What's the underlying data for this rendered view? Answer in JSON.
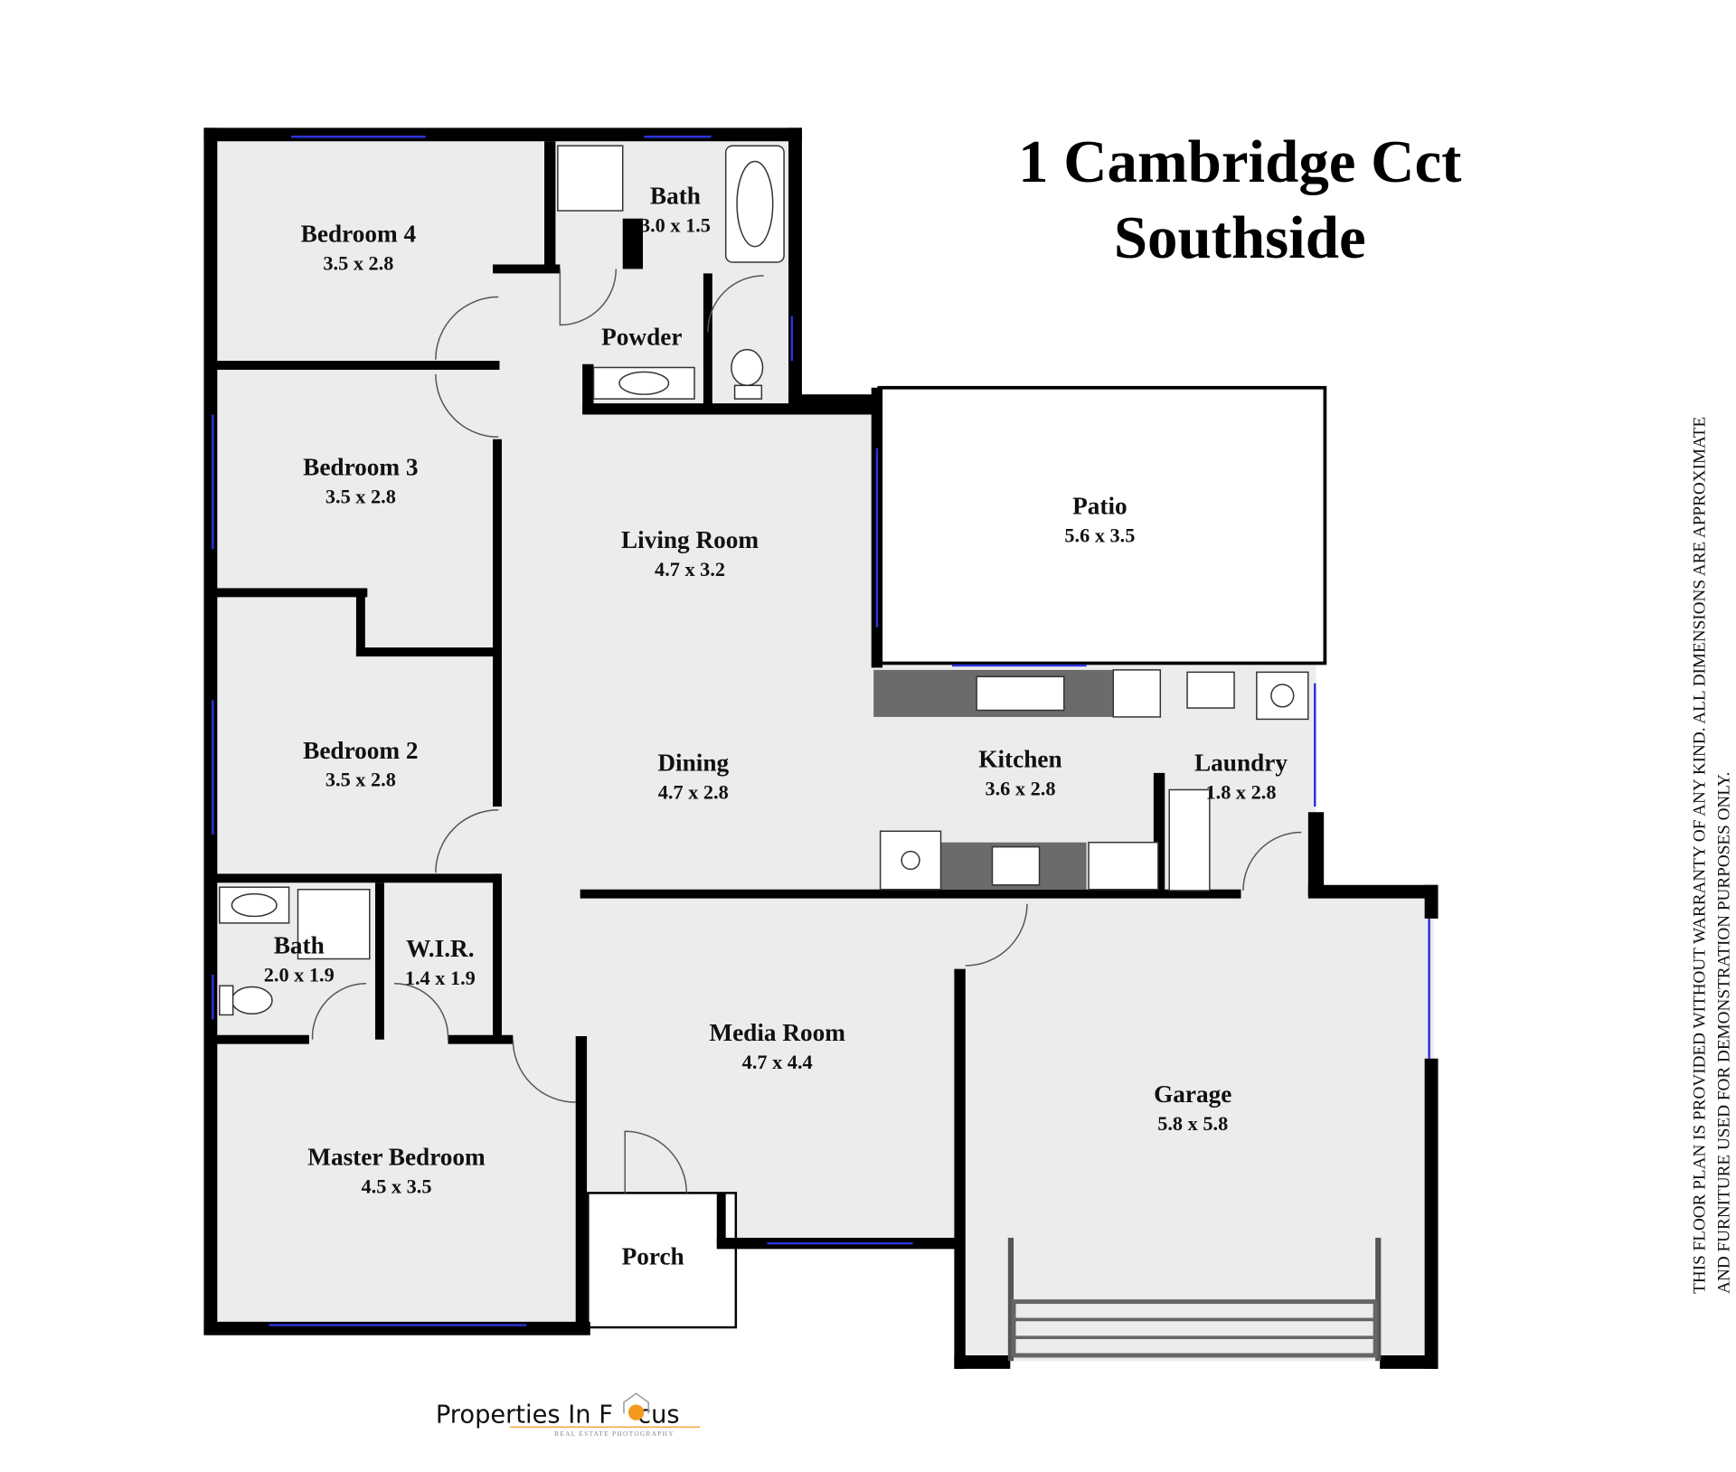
{
  "title": {
    "line1": "1 Cambridge Cct",
    "line2": "Southside"
  },
  "disclaimer": {
    "line1": "THIS FLOOR PLAN IS PROVIDED WITHOUT WARRANTY OF ANY KIND. ALL DIMENSIONS ARE APPROXIMATE",
    "line2": "AND FURNITURE USED FOR DEMONSTRATION PURPOSES ONLY."
  },
  "logo": {
    "text_a": "Properties In F",
    "text_b": "cus",
    "tagline": "REAL ESTATE PHOTOGRAPHY",
    "accent": "#f39a1e"
  },
  "colors": {
    "floor": "#ececec",
    "wall": "#000000",
    "window": "#2b34d9",
    "bench": "#6b6b6b"
  },
  "rooms": {
    "bedroom4": {
      "name": "Bedroom 4",
      "dims": "3.5 x 2.8"
    },
    "bath1": {
      "name": "Bath",
      "dims": "3.0 x 1.5"
    },
    "powder": {
      "name": "Powder"
    },
    "bedroom3": {
      "name": "Bedroom 3",
      "dims": "3.5 x 2.8"
    },
    "living": {
      "name": "Living Room",
      "dims": "4.7 x 3.2"
    },
    "patio": {
      "name": "Patio",
      "dims": "5.6 x 3.5"
    },
    "bedroom2": {
      "name": "Bedroom 2",
      "dims": "3.5 x 2.8"
    },
    "dining": {
      "name": "Dining",
      "dims": "4.7 x 2.8"
    },
    "kitchen": {
      "name": "Kitchen",
      "dims": "3.6 x 2.8"
    },
    "laundry": {
      "name": "Laundry",
      "dims": "1.8 x 2.8"
    },
    "bath2": {
      "name": "Bath",
      "dims": "2.0 x 1.9"
    },
    "wir": {
      "name": "W.I.R.",
      "dims": "1.4 x 1.9"
    },
    "media": {
      "name": "Media Room",
      "dims": "4.7 x 4.4"
    },
    "garage": {
      "name": "Garage",
      "dims": "5.8 x 5.8"
    },
    "master": {
      "name": "Master Bedroom",
      "dims": "4.5 x 3.5"
    },
    "porch": {
      "name": "Porch"
    }
  }
}
